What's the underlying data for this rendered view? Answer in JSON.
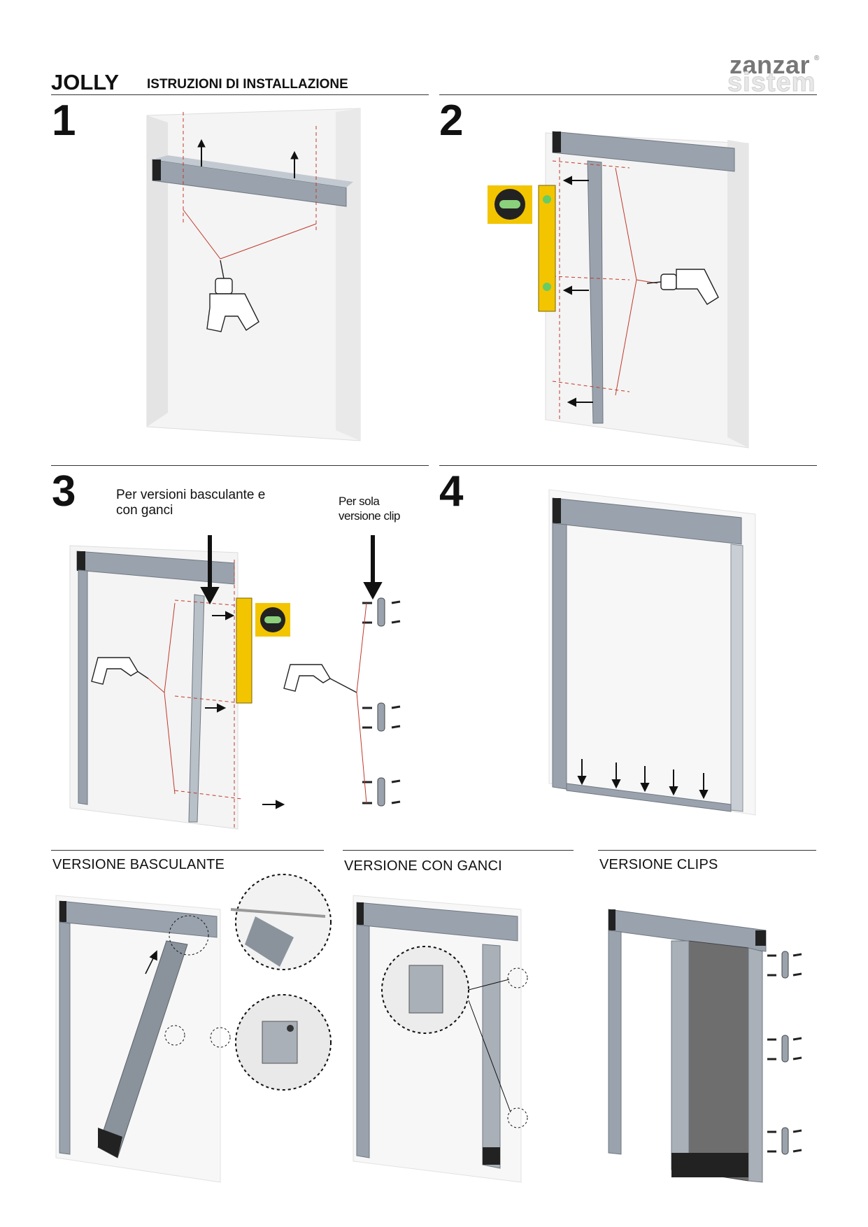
{
  "header": {
    "product": "JOLLY",
    "title": "ISTRUZIONI DI INSTALLAZIONE",
    "logo_top": "zanzar",
    "logo_mark": "®",
    "logo_bottom": "sistem"
  },
  "steps": [
    {
      "number": "1"
    },
    {
      "number": "2"
    },
    {
      "number": "3",
      "caption_left": "Per versioni basculante e con ganci",
      "caption_right": "Per sola versione clip"
    },
    {
      "number": "4"
    }
  ],
  "versions": [
    {
      "title": "VERSIONE BASCULANTE"
    },
    {
      "title": "VERSIONE CON GANCI"
    },
    {
      "title": "VERSIONE CLIPS"
    }
  ],
  "colors": {
    "profile": "#9aa3ad",
    "profile_dark": "#6f7780",
    "wall": "#ececec",
    "guide_line": "#c0392b",
    "level_yellow": "#f2c500"
  },
  "icons": [
    "drill-icon",
    "spirit-level-icon",
    "level-bubble-icon",
    "arrow-icon",
    "screw-icon",
    "clip-bracket-icon",
    "magnifier-detail-icon"
  ]
}
